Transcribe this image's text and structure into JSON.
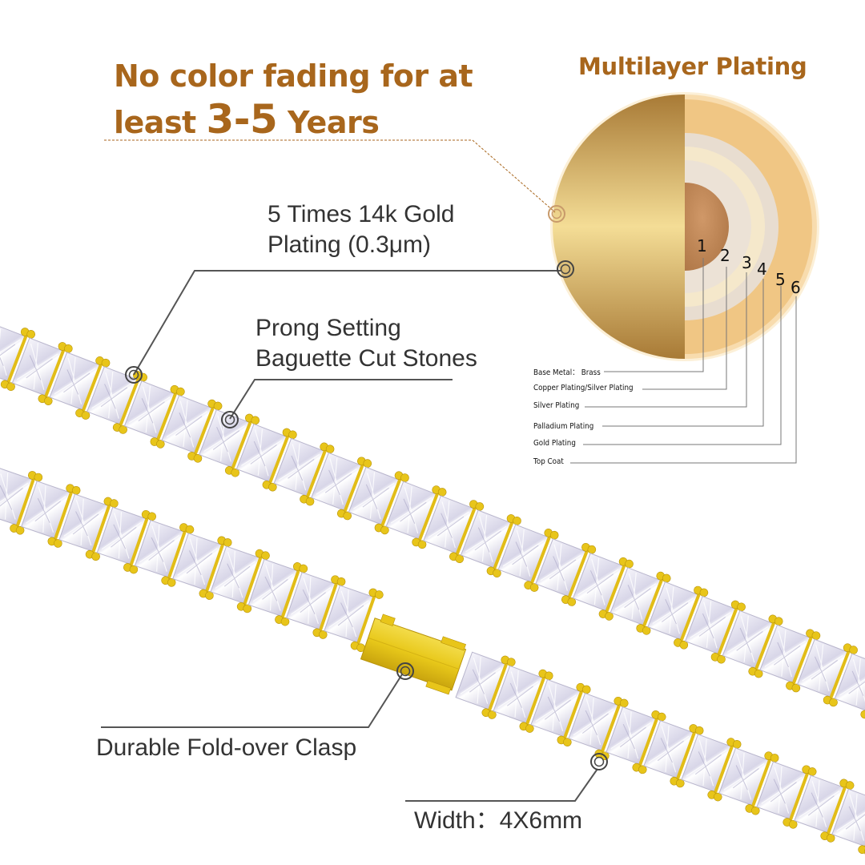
{
  "headline": {
    "line1": "No color fading for at",
    "line2_prefix": "least ",
    "line2_highlight": "3-5",
    "line2_suffix": " Years",
    "color": "#a8661c"
  },
  "plating_diagram": {
    "title": "Multilayer Plating",
    "layer_numbers": [
      "1",
      "2",
      "3",
      "4",
      "5",
      "6"
    ],
    "layers": [
      {
        "number": "1",
        "label": "Base Metal： Brass"
      },
      {
        "number": "2",
        "label": "Copper Plating/Silver Plating"
      },
      {
        "number": "3",
        "label": "Silver Plating"
      },
      {
        "number": "4",
        "label": "Palladium Plating"
      },
      {
        "number": "5",
        "label": "Gold Plating"
      },
      {
        "number": "6",
        "label": "Top Coat"
      }
    ],
    "colors": {
      "core": "#c48a58",
      "ring_light": "#ece2d6",
      "ring_cream": "#f5e7c9",
      "ring_gold": "#f0c684",
      "outer_glow": "#f8dcae",
      "half_gold_light": "#f4dd96",
      "half_gold_dark": "#a87a36"
    }
  },
  "callouts": {
    "gold_plating_line1": "5 Times 14k Gold",
    "gold_plating_line2": "Plating (0.3μm)",
    "prong_line1": "Prong Setting",
    "prong_line2": "Baguette Cut Stones",
    "clasp": "Durable Fold-over Clasp",
    "width": "Width：4X6mm"
  },
  "product": {
    "type": "tennis-chain",
    "metal_color": "#e6c21a",
    "stone_color": "#e8e6f2"
  }
}
